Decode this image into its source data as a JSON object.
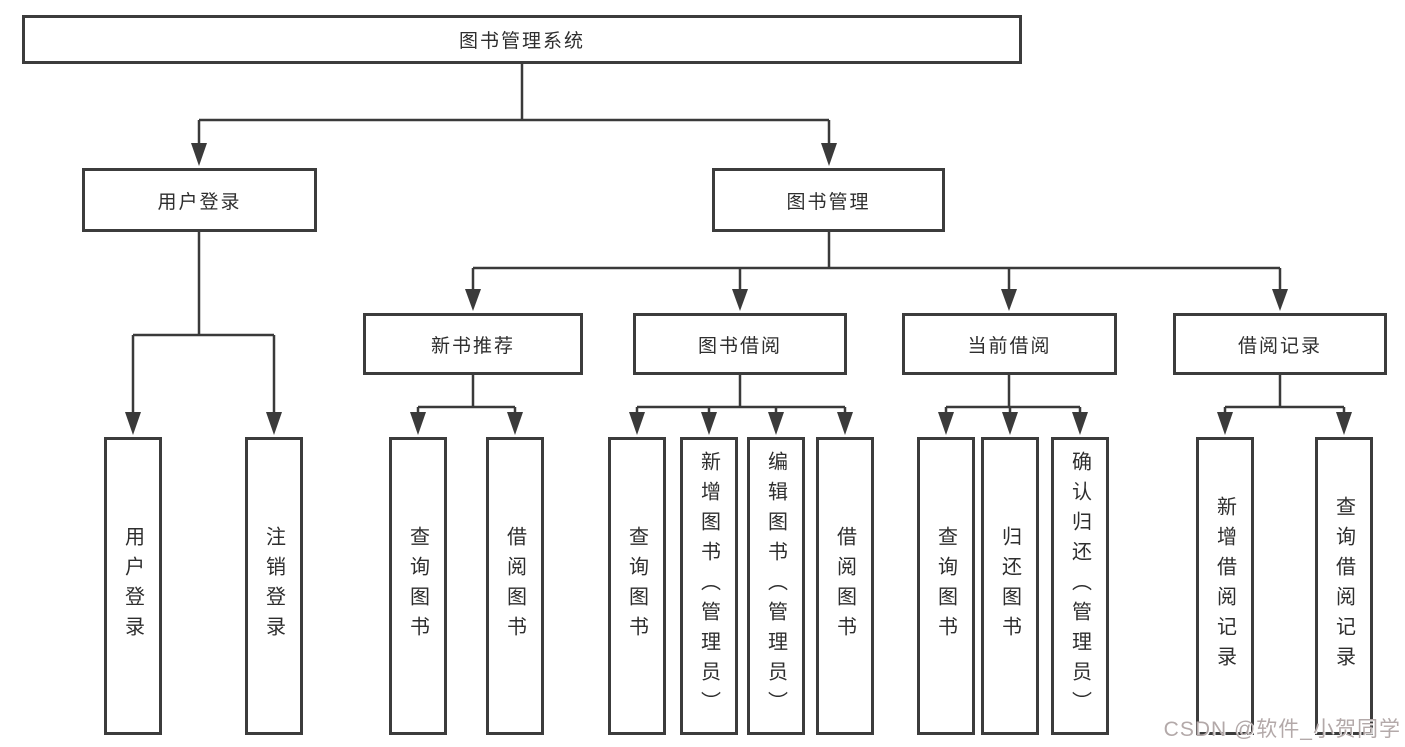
{
  "diagram": {
    "title": "图书管理系统",
    "children": [
      {
        "label": "用户登录",
        "children": [
          {
            "label": "用户登录"
          },
          {
            "label": "注销登录"
          }
        ]
      },
      {
        "label": "图书管理",
        "children": [
          {
            "label": "新书推荐",
            "children": [
              {
                "label": "查询图书"
              },
              {
                "label": "借阅图书"
              }
            ]
          },
          {
            "label": "图书借阅",
            "children": [
              {
                "label": "查询图书"
              },
              {
                "label": "新增图书（管理员）"
              },
              {
                "label": "编辑图书（管理员）"
              },
              {
                "label": "借阅图书"
              }
            ]
          },
          {
            "label": "当前借阅",
            "children": [
              {
                "label": "查询图书"
              },
              {
                "label": "归还图书"
              },
              {
                "label": "确认归还（管理员）"
              }
            ]
          },
          {
            "label": "借阅记录",
            "children": [
              {
                "label": "新增借阅记录"
              },
              {
                "label": "查询借阅记录"
              }
            ]
          }
        ]
      }
    ]
  },
  "watermark": {
    "text": "CSDN @软件_小贺同学"
  },
  "colors": {
    "background": "#ffffff",
    "line": "#3a3a3a",
    "box_border": "#3c3c3c",
    "text": "#2e2e2e",
    "watermark": "#b3a9a9"
  }
}
